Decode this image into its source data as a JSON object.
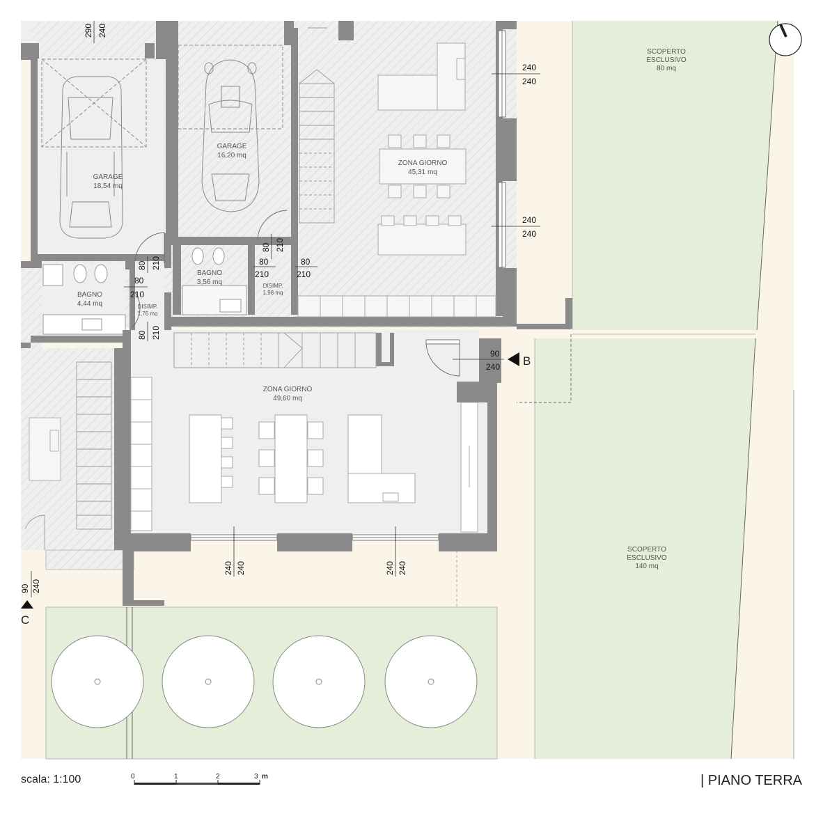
{
  "colors": {
    "wall": "#8a8a8a",
    "floor": "#f0eff0",
    "path": "#fbf5e9",
    "lawn": "#e5eed9",
    "hatch": "#cfcfcf",
    "line": "#6a6a6a"
  },
  "rooms": {
    "garage_left": {
      "name": "GARAGE",
      "area": "18,54 mq"
    },
    "garage_center": {
      "name": "GARAGE",
      "area": "16,20 mq"
    },
    "zona_giorno_top": {
      "name": "ZONA GIORNO",
      "area": "45,31 mq"
    },
    "bagno_left": {
      "name": "BAGNO",
      "area": "4,44 mq"
    },
    "bagno_center": {
      "name": "BAGNO",
      "area": "3,56 mq"
    },
    "disimp_center": {
      "name": "DISIMP.",
      "area": "1,98 mq"
    },
    "disimp_left": {
      "name": "DISIMP.",
      "area": "1,76 mq"
    },
    "zona_giorno_main": {
      "name": "ZONA GIORNO",
      "area": "49,60 mq"
    },
    "scoperto_top": {
      "line1": "SCOPERTO",
      "line2": "ESCLUSIVO",
      "area": "80 mq"
    },
    "scoperto_bottom": {
      "line1": "SCOPERTO",
      "line2": "ESCLUSIVO",
      "area": "140 mq"
    }
  },
  "dimensions": {
    "garage_left_door": [
      "290",
      "240"
    ],
    "window_top_1": [
      "240",
      "240"
    ],
    "window_top_2": [
      "240",
      "240"
    ],
    "door_center_bath": [
      "80",
      "210"
    ],
    "door_disimp_a": [
      "80",
      "210"
    ],
    "door_disimp_b": [
      "80",
      "210"
    ],
    "door_left_bath_v": [
      "80",
      "210"
    ],
    "door_left_bath_h": [
      "80",
      "210"
    ],
    "door_left_disimp": [
      "80",
      "210"
    ],
    "entry_door": [
      "90",
      "240"
    ],
    "window_bottom_1": [
      "240",
      "240"
    ],
    "window_bottom_2": [
      "240",
      "240"
    ],
    "window_left_cut": [
      "90",
      "240"
    ]
  },
  "sections": {
    "b": "B",
    "c": "C"
  },
  "scale": {
    "label": "scala: 1:100",
    "ticks": [
      "0",
      "1",
      "2",
      "3"
    ],
    "unit": "m"
  },
  "title": "| PIANO TERRA"
}
